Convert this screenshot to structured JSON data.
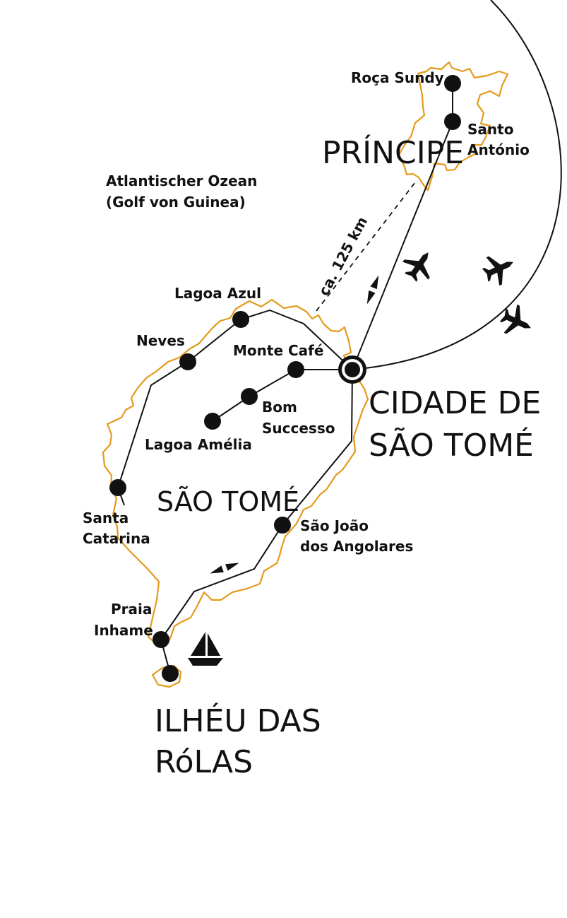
{
  "map": {
    "regions": {
      "principe": "PRÍNCIPE",
      "sao_tome_island": "SÃO TOMÉ",
      "capital_line1": "CIDADE DE",
      "capital_line2": "SÃO TOMÉ",
      "rolas_line1": "ILHÉU DAS",
      "rolas_line2": "RóLAS"
    },
    "ocean": {
      "line1": "Atlantischer Ozean",
      "line2": "(Golf von Guinea)"
    },
    "distance_label": "ca. 125 km",
    "places": {
      "roca_sundy": "Roça Sundy",
      "santo_antonio_1": "Santo",
      "santo_antonio_2": "António",
      "lagoa_azul": "Lagoa Azul",
      "neves": "Neves",
      "monte_cafe": "Monte Café",
      "bom_successo_1": "Bom",
      "bom_successo_2": "Successo",
      "lagoa_amelia": "Lagoa Amélia",
      "santa_catarina_1": "Santa",
      "santa_catarina_2": "Catarina",
      "sao_joao_1": "São João",
      "sao_joao_2": "dos Angolares",
      "praia_inhame_1": "Praia",
      "praia_inhame_2": "Inhame"
    },
    "colors": {
      "coastline": "#e59a1c",
      "ink": "#111111",
      "background": "#ffffff"
    },
    "icons": [
      "airplane-icon",
      "sailboat-icon",
      "direction-arrows-icon",
      "capital-marker-icon"
    ]
  }
}
